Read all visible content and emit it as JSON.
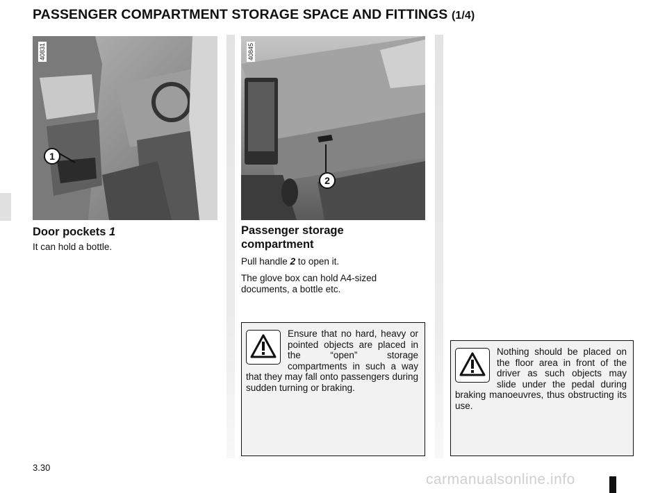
{
  "header": {
    "title": "PASSENGER COMPARTMENT STORAGE SPACE AND FITTINGS",
    "part": "(1/4)"
  },
  "left_column": {
    "image_code": "40831",
    "callout": "1",
    "heading": "Door pockets",
    "heading_num": "1",
    "text": "It can hold a bottle."
  },
  "middle_column": {
    "image_code": "40845",
    "callout": "2",
    "heading": "Passenger storage compartment",
    "para1_before": "Pull handle ",
    "para1_num": "2",
    "para1_after": " to open it.",
    "para2": "The glove box can hold A4-sized documents, a bottle etc.",
    "warning": "Ensure that no hard, heavy or pointed objects are placed in the “open” storage compartments in such a way that they may fall onto passengers during sudden turning or braking."
  },
  "right_column": {
    "warning": "Nothing should be placed on the floor area in front of the driver as such objects may slide under the pedal during braking manoeuvres, thus obstructing its use."
  },
  "footer": {
    "page_number": "3.30",
    "watermark": "carmanualsonline.info"
  },
  "icons": [
    "warning-triangle-icon"
  ]
}
